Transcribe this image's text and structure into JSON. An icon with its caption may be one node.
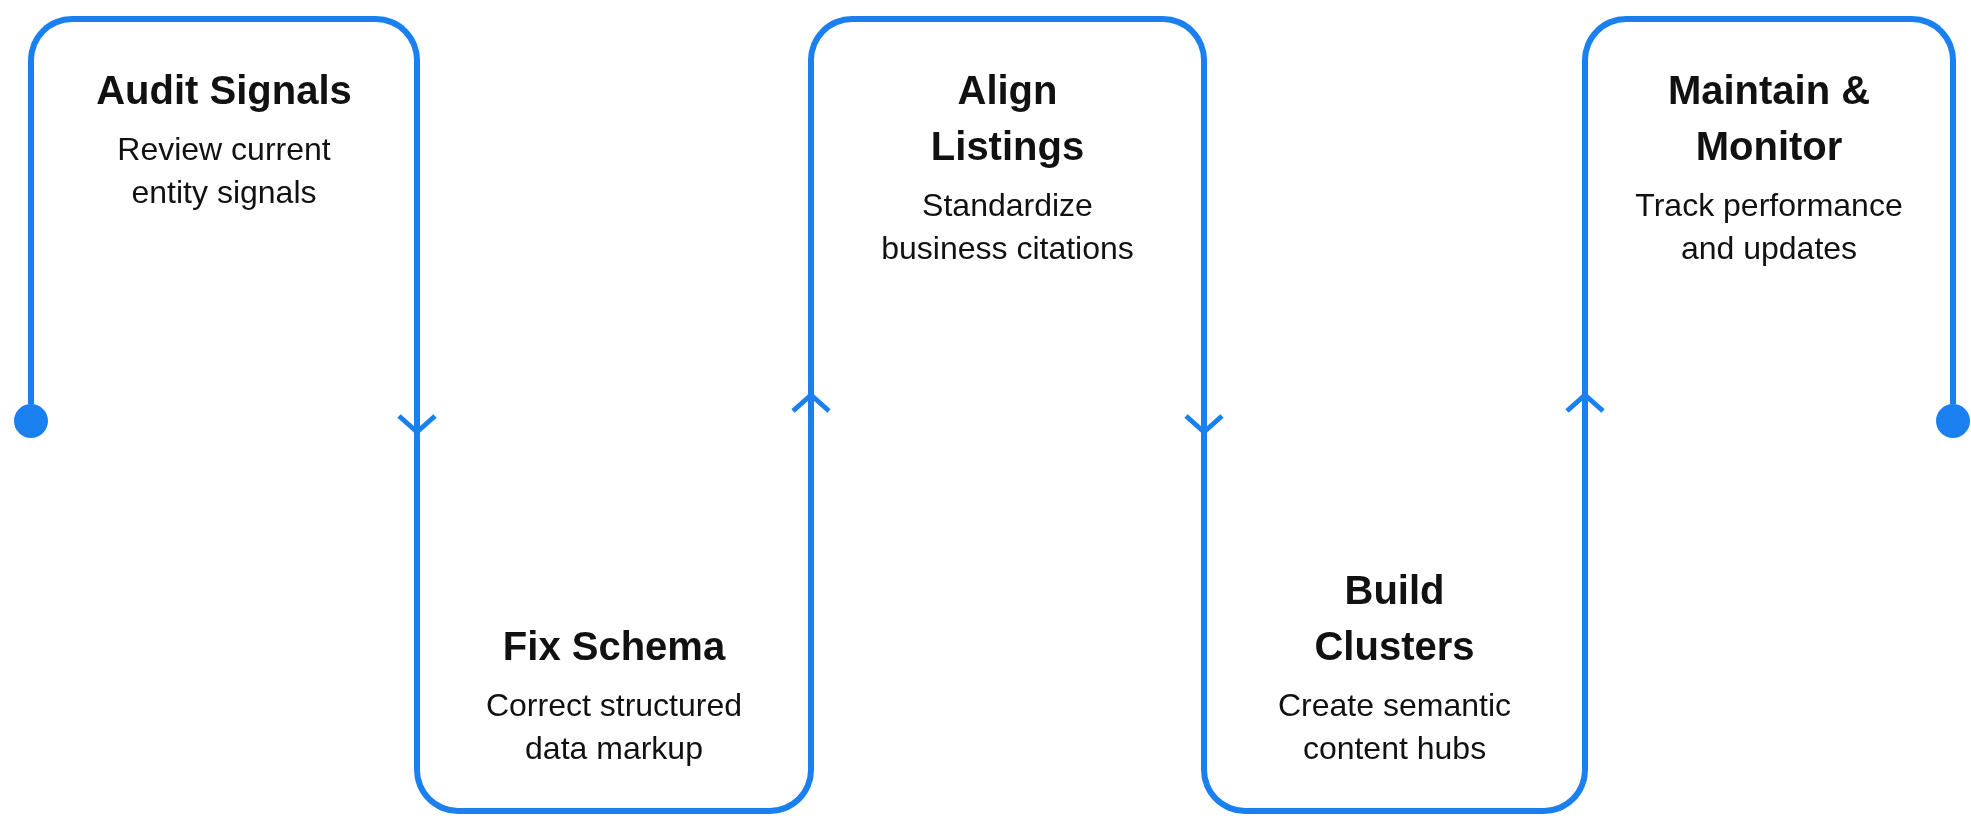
{
  "diagram": {
    "nodes": [
      {
        "text": [],
        "shape": "circle"
      },
      {
        "text": [
          "Audit Signals",
          "Review current entity signals"
        ]
      },
      {
        "text": [
          "Fix Schema",
          "Correct structured data markup"
        ]
      },
      {
        "text": [
          "Align Listings",
          "Standardize business citations"
        ]
      },
      {
        "text": [
          "Build Clusters",
          "Create semantic content hubs"
        ]
      },
      {
        "text": [
          "Maintain & Monitor",
          "Track performance and updates"
        ]
      },
      {
        "text": [],
        "shape": "circle"
      }
    ],
    "edges": [
      {
        "from": 0,
        "to": 1,
        "arrow": "none"
      },
      {
        "from": 1,
        "to": 2,
        "arrow": "to"
      },
      {
        "from": 2,
        "to": 3,
        "arrow": "to"
      },
      {
        "from": 3,
        "to": 4,
        "arrow": "to"
      },
      {
        "from": 4,
        "to": 5,
        "arrow": "to"
      },
      {
        "from": 5,
        "to": 6,
        "arrow": "none"
      }
    ]
  }
}
